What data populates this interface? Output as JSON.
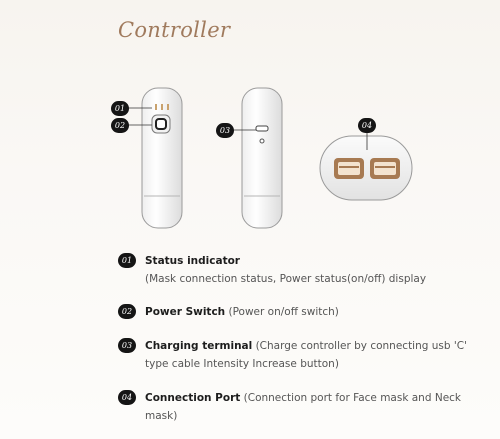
{
  "title": "Controller",
  "figure_badges": [
    "01",
    "02",
    "03",
    "04"
  ],
  "features": [
    {
      "num": "01",
      "name": "Status indicator",
      "desc": "(Mask connection status, Power status(on/off) display"
    },
    {
      "num": "02",
      "name": "Power Switch",
      "desc": " (Power on/off switch)"
    },
    {
      "num": "03",
      "name": "Charging terminal",
      "desc": " (Charge controller by connecting usb 'C' type cable Intensity Increase button)"
    },
    {
      "num": "04",
      "name": "Connection Port",
      "desc": " (Connection port for Face mask and Neck mask)"
    }
  ]
}
